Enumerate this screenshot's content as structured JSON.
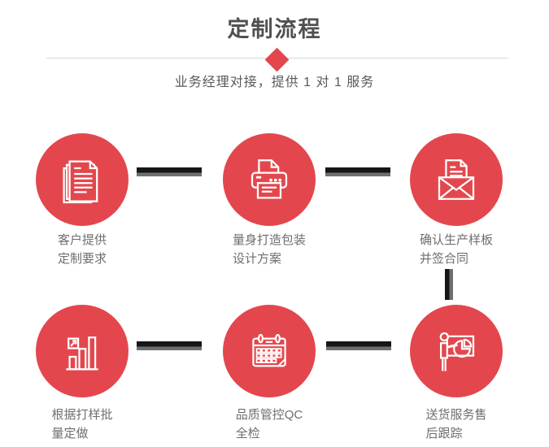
{
  "header": {
    "title": "定制流程",
    "subtitle": "业务经理对接，提供 1 对 1 服务",
    "diamond_icon": "diamond-icon"
  },
  "colors": {
    "accent_red": "#e3474d",
    "title_gray": "#4f5052",
    "subtitle_gray": "#5a5858",
    "caption_gray": "#6e6e6e",
    "connector_black": "#161616",
    "connector_gray": "#6f6f6f",
    "divider_gray": "#d8d8d8"
  },
  "steps": [
    {
      "icon": "documents-stack-icon",
      "line1": "客户提供",
      "line2": "定制要求"
    },
    {
      "icon": "printer-icon",
      "line1": "量身打造包装",
      "line2": "设计方案"
    },
    {
      "icon": "envelope-letter-icon",
      "line1": "确认生产样板",
      "line2": "并签合同"
    },
    {
      "icon": "bar-chart-icon",
      "line1": "根据打样批",
      "line2": "量定做"
    },
    {
      "icon": "calendar-icon",
      "line1": "品质管控QC",
      "line2": "全检"
    },
    {
      "icon": "presentation-icon",
      "line1": "送货服务售",
      "line2": "后跟踪"
    }
  ]
}
